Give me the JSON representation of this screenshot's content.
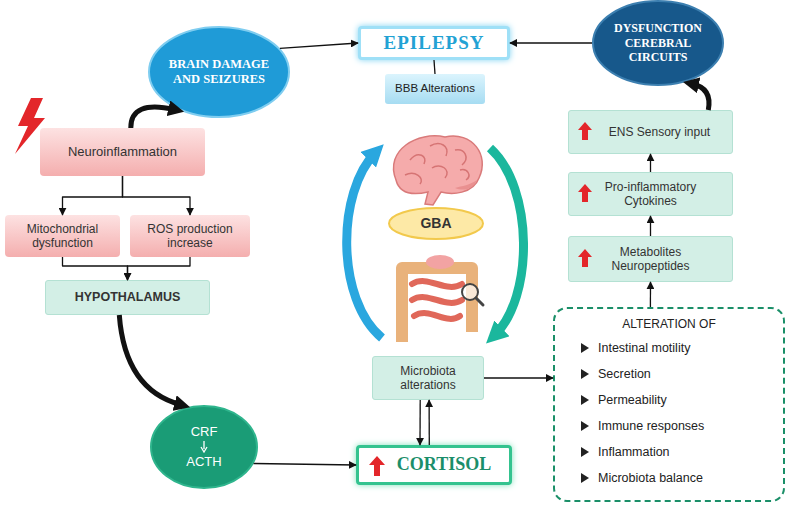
{
  "diagram": {
    "nodes": [
      {
        "text": [
          "BRAIN DAMAGE AND SEIZURES"
        ]
      },
      {
        "text": [
          "EPILEPSY"
        ]
      },
      {
        "text": [
          "DYSFUNCTION CEREBRAL CIRCUITS"
        ]
      },
      {
        "text": [
          "Neuroinflammation"
        ]
      },
      {
        "text": [
          "BBB Alterations"
        ]
      },
      {
        "text": [
          "ENS Sensory input"
        ]
      },
      {
        "text": [
          "Mitochondrial dysfunction"
        ]
      },
      {
        "text": [
          "ROS production increase"
        ]
      },
      {
        "text": [
          "Pro-inflammatory Cytokines"
        ]
      },
      {
        "text": [
          "GBA"
        ]
      },
      {
        "text": [
          "Metabolites Neuropeptides"
        ]
      },
      {
        "text": [
          "HYPOTHALAMUS"
        ]
      },
      {
        "text": [
          "Microbiota alterations"
        ]
      },
      {
        "text": [
          "ALTERATION OF",
          "Intestinal motility",
          "Secretion",
          "Permeability",
          "Immune responses",
          "Inflammation",
          "Microbiota balance"
        ]
      },
      {
        "text": [
          "CRF",
          "ACTH"
        ]
      },
      {
        "text": [
          "CORTISOL"
        ]
      }
    ],
    "edges": [
      {
        "from": 0,
        "to": 1,
        "arrow": "to"
      },
      {
        "from": 2,
        "to": 1,
        "arrow": "to"
      },
      {
        "from": 1,
        "to": 4,
        "arrow": "none"
      },
      {
        "from": 3,
        "to": 0,
        "arrow": "to"
      },
      {
        "from": 3,
        "to": 6,
        "arrow": "to"
      },
      {
        "from": 3,
        "to": 7,
        "arrow": "to"
      },
      {
        "from": 6,
        "to": 11,
        "arrow": "to"
      },
      {
        "from": 7,
        "to": 11,
        "arrow": "to"
      },
      {
        "from": 11,
        "to": 14,
        "arrow": "to"
      },
      {
        "from": 14,
        "to": 15,
        "arrow": "to"
      },
      {
        "from": 12,
        "to": 15,
        "arrow": "to"
      },
      {
        "from": 15,
        "to": 12,
        "arrow": "to"
      },
      {
        "from": 12,
        "to": 13,
        "arrow": "to"
      },
      {
        "from": 13,
        "to": 10,
        "arrow": "to"
      },
      {
        "from": 10,
        "to": 8,
        "arrow": "to"
      },
      {
        "from": 8,
        "to": 5,
        "arrow": "to"
      },
      {
        "from": 5,
        "to": 2,
        "arrow": "to"
      }
    ]
  }
}
